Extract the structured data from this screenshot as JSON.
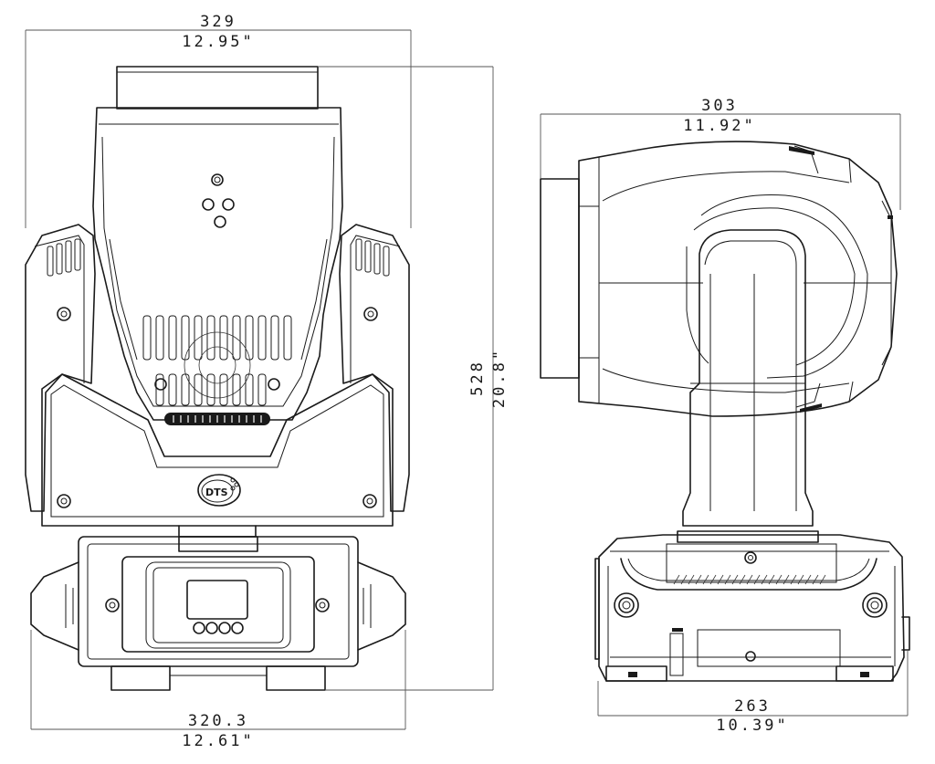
{
  "front_view": {
    "width_mm": "329",
    "width_in": "12.95\"",
    "height_mm": "528",
    "height_in": "20.8\"",
    "base_width_mm": "320.3",
    "base_width_in": "12.61\"",
    "logo_text": "DTS"
  },
  "side_view": {
    "head_depth_mm": "303",
    "head_depth_in": "11.92\"",
    "base_depth_mm": "263",
    "base_depth_in": "10.39\""
  }
}
